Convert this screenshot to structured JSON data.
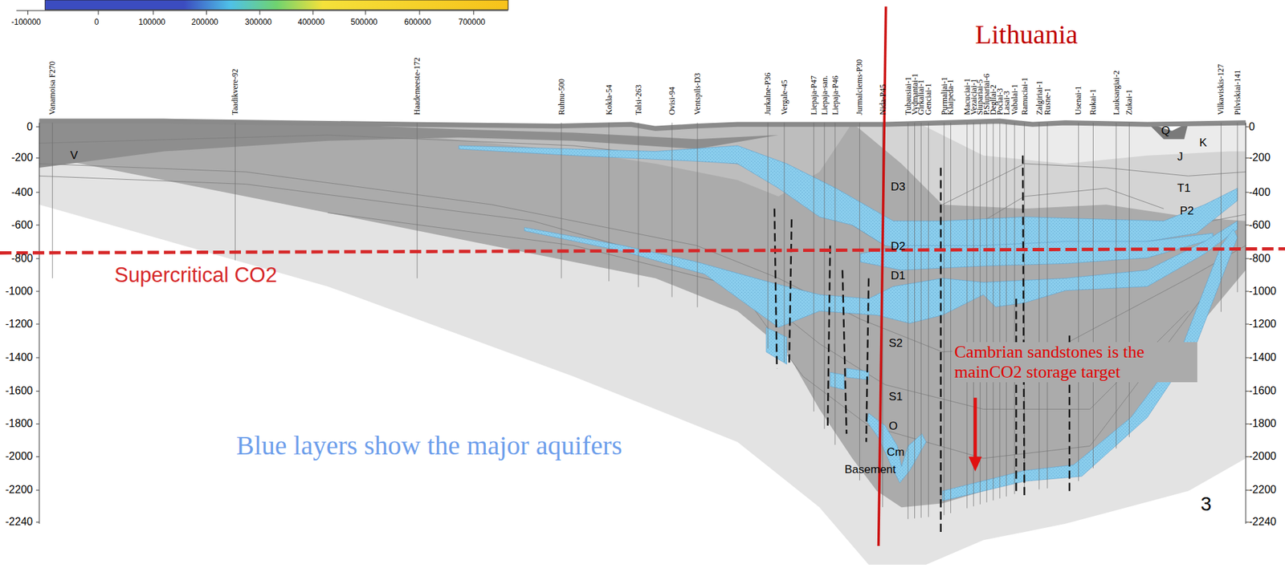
{
  "diagram": {
    "labels": [
      "-100000",
      "0",
      "100000",
      "200000",
      "300000",
      "400000",
      "500000",
      "600000",
      "700000",
      "Vanamoisa F270",
      "Taadikvere-92",
      "Haademeeste-172",
      "Ruhnu-500",
      "Kokla-54",
      "Talsi-263",
      "Ovisi-94",
      "Ventspils-D3",
      "Jurkalne-P36",
      "Vergale-45",
      "Liepaja-P47",
      "Liepaja-san.",
      "Liepaja-P46",
      "Jurmalciems-P30",
      "Nida-P45",
      "Tubausiai-1",
      "Vydmantai-1",
      "Girkaliai-1",
      "Genciai-1",
      "Purmaliai-1",
      "Klaipeda-1",
      "Macuciai-1",
      "Vezaiciai-1",
      "Siupariai-5",
      "P.Siupariai-6",
      "Degliai-2",
      "Pociai-3",
      "Lasai-3",
      "Vabalai-1",
      "Ramuciai-1",
      "Zalgiriai-1",
      "Rusne-1",
      "Usenai-1",
      "Rukai-1",
      "Lauksargiai-2",
      "Zukai-1",
      "Vilkaviskis-127",
      "Pilviskiai-141",
      "V",
      "D3",
      "D2",
      "D1",
      "S2",
      "S1",
      "O",
      "Cm",
      "Basement",
      "Q",
      "K",
      "J",
      "T1",
      "P2",
      "0",
      "-200",
      "-400",
      "-600",
      "-800",
      "-1000",
      "-1200",
      "-1400",
      "-1600",
      "-1800",
      "-2000",
      "-2200",
      "-2240",
      "0",
      "-200",
      "-400",
      "-600",
      "-800",
      "-1000",
      "-1200",
      "-1400",
      "-1600",
      "-1800",
      "-2000",
      "-2200",
      "-2240",
      "Lithuania",
      "Supercritical CO2",
      "Cambrian sandstones is the mainCO2 storage target",
      "Blue layers show the major aquifers",
      "3"
    ]
  }
}
